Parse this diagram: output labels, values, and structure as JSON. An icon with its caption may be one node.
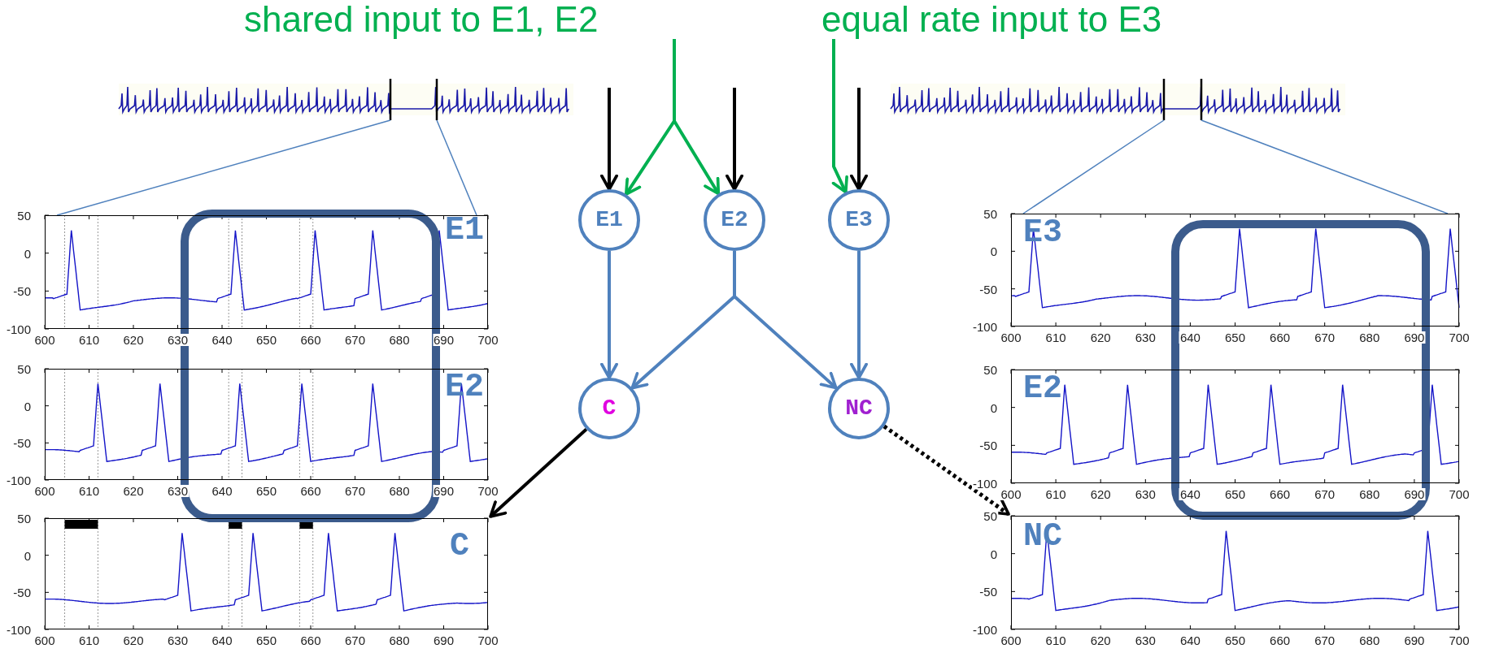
{
  "diagram": {
    "nodes": [
      {
        "text": [
          "shared input to E1, E2"
        ]
      },
      {
        "text": [
          "equal rate input to E3"
        ]
      },
      {
        "text": [
          "E1"
        ]
      },
      {
        "text": [
          "E2"
        ]
      },
      {
        "text": [
          "E3"
        ]
      },
      {
        "text": [
          "C"
        ]
      },
      {
        "text": [
          "NC"
        ]
      },
      {
        "text": [],
        "shape": "picture"
      },
      {
        "text": [],
        "shape": "picture"
      },
      {
        "text": [
          "E1"
        ],
        "beside": [
          "50",
          "0",
          "-50",
          "-100",
          "600",
          "610",
          "620",
          "630",
          "640",
          "650",
          "660",
          "670",
          "680",
          "690",
          "700"
        ]
      },
      {
        "text": [
          "E2"
        ],
        "beside": [
          "50",
          "0",
          "-50",
          "-100",
          "600",
          "610",
          "620",
          "630",
          "640",
          "650",
          "660",
          "670",
          "680",
          "690",
          "700"
        ]
      },
      {
        "text": [
          "C"
        ],
        "beside": [
          "50",
          "0",
          "-50",
          "-100",
          "600",
          "610",
          "620",
          "630",
          "640",
          "650",
          "660",
          "670",
          "680",
          "690",
          "700"
        ]
      },
      {
        "text": [
          "E3"
        ],
        "beside": [
          "50",
          "0",
          "-50",
          "-100",
          "600",
          "610",
          "620",
          "630",
          "640",
          "650",
          "660",
          "670",
          "680",
          "690",
          "700"
        ]
      },
      {
        "text": [
          "E2"
        ],
        "beside": [
          "50",
          "0",
          "-50",
          "-100",
          "600",
          "610",
          "620",
          "630",
          "640",
          "650",
          "660",
          "670",
          "680",
          "690",
          "700"
        ]
      },
      {
        "text": [
          "NC"
        ],
        "beside": [
          "50",
          "0",
          "-50",
          "-100",
          "600",
          "610",
          "620",
          "630",
          "640",
          "650",
          "660",
          "670",
          "680",
          "690",
          "700"
        ]
      }
    ],
    "edges": [
      {
        "from": null,
        "to": 2,
        "arrow": "to",
        "color": "#000000"
      },
      {
        "from": null,
        "to": 3,
        "arrow": "to",
        "color": "#000000"
      },
      {
        "from": null,
        "to": 4,
        "arrow": "to",
        "color": "#000000"
      },
      {
        "from": 0,
        "to": 2,
        "arrow": "to",
        "color": "#00b050"
      },
      {
        "from": 0,
        "to": 3,
        "arrow": "to",
        "color": "#00b050"
      },
      {
        "from": 1,
        "to": 4,
        "arrow": "to",
        "color": "#00b050"
      },
      {
        "from": 2,
        "to": 5,
        "arrow": "to"
      },
      {
        "from": 3,
        "to": 5,
        "arrow": "to"
      },
      {
        "from": 3,
        "to": 6,
        "arrow": "to"
      },
      {
        "from": 4,
        "to": 6,
        "arrow": "to"
      },
      {
        "from": 5,
        "to": 11,
        "arrow": "to",
        "color": "#000000"
      },
      {
        "from": 6,
        "to": 14,
        "arrow": "to",
        "style": "dashed",
        "color": "#000000"
      },
      {
        "from": 7,
        "to": 9,
        "arrow": "none"
      },
      {
        "from": 7,
        "to": 9,
        "arrow": "none"
      },
      {
        "from": 8,
        "to": 12,
        "arrow": "none"
      },
      {
        "from": 8,
        "to": 12,
        "arrow": "none"
      }
    ]
  }
}
